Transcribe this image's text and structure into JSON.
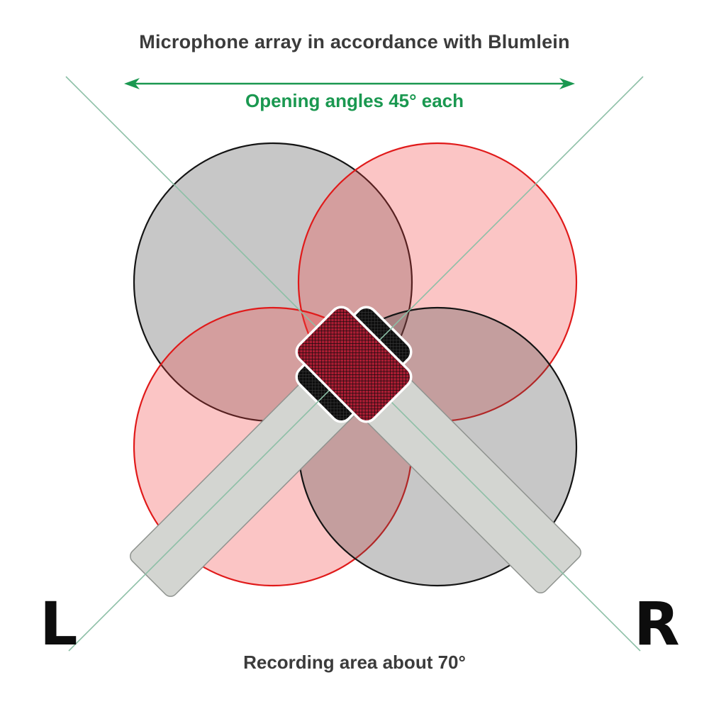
{
  "title": "Microphone array in accordance with Blumlein",
  "annotations": {
    "opening_angle": "Opening angles 45° each",
    "recording_area": "Recording area about 70°",
    "channel_left": "L",
    "channel_right": "R"
  },
  "icons": {
    "opening_angle_arrow": "double-headed-horizontal-arrow",
    "axis_guides": "diagonal-cross-lines"
  },
  "colors": {
    "text_dark": "#3b3b3b",
    "accent_green": "#1a9850",
    "guide_line_green": "#8cbfa6",
    "lobe_outline_red": "#e01a1a",
    "lobe_outline_black": "#141414",
    "lobe_fill_pink": "rgba(241,62,62,0.30)",
    "lobe_fill_gray": "rgba(68,68,68,0.30)",
    "mic_body_gray": "#d3d5d1",
    "mic_body_edge": "#8f938f",
    "capsule_red_mesh": "#ab1d33",
    "capsule_black_mesh": "#0d0d0d",
    "capsule_border_white": "#ffffff",
    "channel_label_black": "#0d0d0d"
  }
}
